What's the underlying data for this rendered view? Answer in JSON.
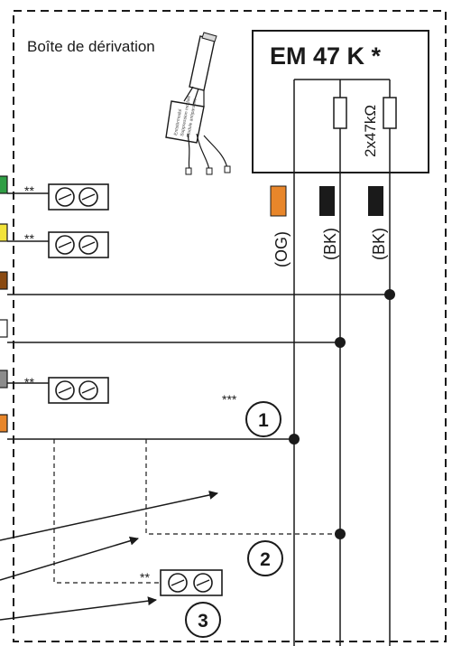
{
  "labels": {
    "junction_box": "Boîte de dérivation",
    "module": "EM 47 K *",
    "resistors": "2x47kΩ",
    "wire_og": "(OG)",
    "wire_bk1": "(BK)",
    "wire_bk2": "(BK)",
    "marker_double": "**",
    "marker_triple": "***",
    "num_1": "1",
    "num_2": "2",
    "num_3": "3"
  },
  "colors": {
    "line": "#1a1a1a",
    "wire_og": "#e8862a",
    "wire_bk": "#1a1a1a",
    "terminal_green": "#2f9e44",
    "terminal_yellow": "#f2e33a",
    "terminal_brown": "#8a4a12",
    "terminal_white": "#ffffff",
    "terminal_grey": "#8c8c8c",
    "terminal_orange": "#e8862a"
  },
  "icons": [
    "connector-block-icon",
    "resistor-icon",
    "junction-dot-icon",
    "arrow-icon",
    "cable-module-icon"
  ]
}
